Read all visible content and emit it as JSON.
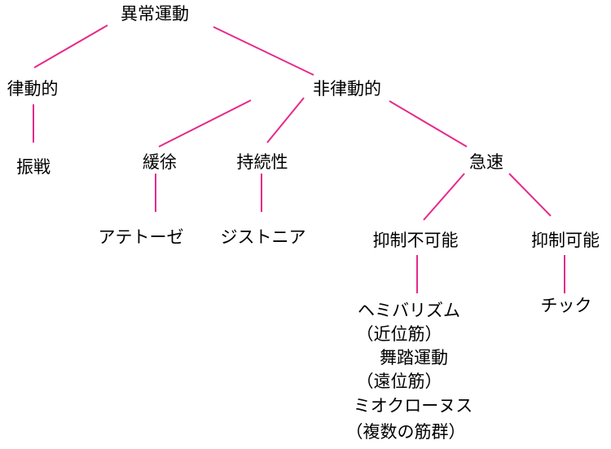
{
  "diagram": {
    "line_color": "#e6298a",
    "root": "異常運動",
    "voluntary_group": "律動的",
    "tremor": "振戦",
    "involuntary_group": "非律動的",
    "slow": "緩徐",
    "athetosis": "アテトーゼ",
    "sustained": "持続性",
    "dystonia": "ジストニア",
    "rapid": "急速",
    "suppressible_not": "抑制不可能",
    "hemiballismus": "ヘミバリズム",
    "hemiballismus_note": "（近位筋）",
    "chorea": "舞踏運動",
    "chorea_note": "（遠位筋）",
    "myoclonus": "ミオクローヌス",
    "myoclonus_note": "（複数の筋群）",
    "suppressible": "抑制可能",
    "tic": "チック"
  }
}
